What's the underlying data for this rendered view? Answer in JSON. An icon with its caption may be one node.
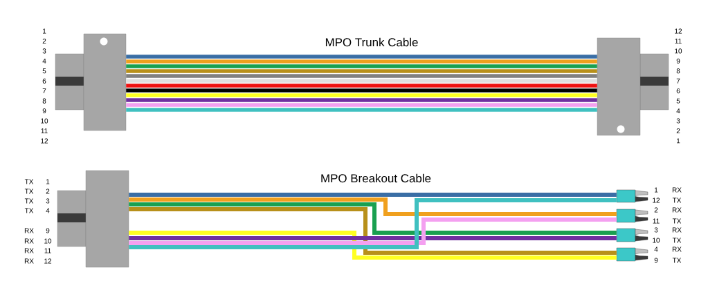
{
  "diagram": {
    "nodes": [
      {
        "text": [],
        "shape": "box"
      },
      {
        "text": [],
        "shape": "box"
      },
      {
        "text": [],
        "shape": "box"
      },
      {
        "text": [],
        "shape": "box"
      },
      {
        "text": [],
        "shape": "box"
      },
      {
        "text": [],
        "shape": "box"
      },
      {
        "text": [],
        "shape": "box"
      }
    ],
    "edges": [
      {
        "from": 0,
        "to": 1,
        "arrow": "none",
        "color": "#3a6ea5"
      },
      {
        "from": 0,
        "to": 1,
        "arrow": "none",
        "color": "#f0a01e"
      },
      {
        "from": 0,
        "to": 1,
        "arrow": "none",
        "color": "#1aa050"
      },
      {
        "from": 0,
        "to": 1,
        "arrow": "none",
        "color": "#b8901a"
      },
      {
        "from": 0,
        "to": 1,
        "arrow": "none",
        "color": "#808080"
      },
      {
        "from": 0,
        "to": 1,
        "arrow": "none",
        "color": "#e0e0e0"
      },
      {
        "from": 0,
        "to": 1,
        "arrow": "none",
        "color": "#ee1111"
      },
      {
        "from": 0,
        "to": 1,
        "arrow": "none",
        "color": "#000000"
      },
      {
        "from": 0,
        "to": 1,
        "arrow": "none",
        "color": "#ffff22"
      },
      {
        "from": 0,
        "to": 1,
        "arrow": "none",
        "color": "#7030a0"
      },
      {
        "from": 0,
        "to": 1,
        "arrow": "none",
        "color": "#f4a0f0"
      },
      {
        "from": 0,
        "to": 1,
        "arrow": "none",
        "color": "#40c0c0"
      },
      {
        "from": 2,
        "to": 3,
        "arrow": "none",
        "color": "#3a6ea5"
      },
      {
        "from": 2,
        "to": 4,
        "arrow": "none",
        "color": "#f0a01e"
      },
      {
        "from": 2,
        "to": 5,
        "arrow": "none",
        "color": "#1aa050"
      },
      {
        "from": 2,
        "to": 6,
        "arrow": "none",
        "color": "#b8901a"
      },
      {
        "from": 2,
        "to": 6,
        "arrow": "none",
        "color": "#ffff22"
      },
      {
        "from": 2,
        "to": 5,
        "arrow": "none",
        "color": "#7030a0"
      },
      {
        "from": 2,
        "to": 4,
        "arrow": "none",
        "color": "#f4a0f0"
      },
      {
        "from": 2,
        "to": 3,
        "arrow": "none",
        "color": "#40c0c0"
      }
    ],
    "labels": [
      "1",
      "2",
      "3",
      "4",
      "5",
      "6",
      "7",
      "8",
      "9",
      "10",
      "11",
      "12",
      "MPO Trunk Cable",
      "12",
      "11",
      "10",
      "9",
      "8",
      "7",
      "6",
      "5",
      "4",
      "3",
      "2",
      "1",
      "TX",
      "1",
      "TX",
      "2",
      "TX",
      "3",
      "TX",
      "4",
      "RX",
      "9",
      "RX",
      "10",
      "RX",
      "11",
      "RX",
      "12",
      "MPO Breakout Cable",
      "1",
      "RX",
      "12",
      "TX",
      "2",
      "RX",
      "11",
      "TX",
      "3",
      "RX",
      "10",
      "TX",
      "4",
      "RX",
      "9",
      "TX"
    ]
  }
}
